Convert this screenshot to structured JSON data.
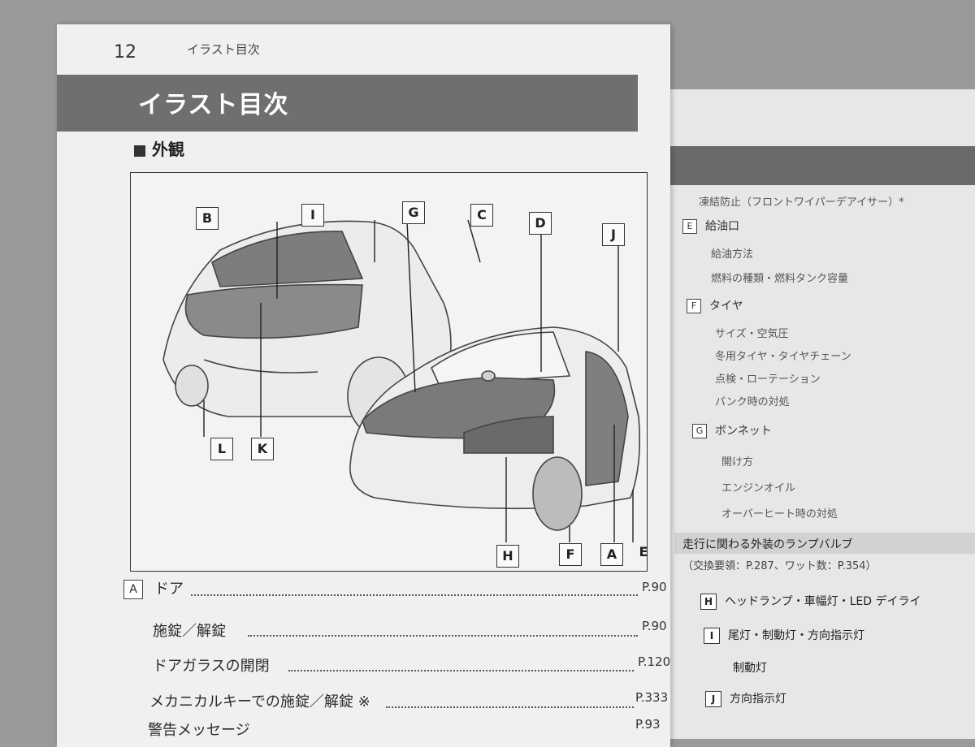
{
  "left_page": {
    "page_number": "12",
    "running_head": "イラスト目次",
    "banner_title": "イラスト目次",
    "section_title": "外観",
    "callouts": [
      "B",
      "I",
      "G",
      "C",
      "D",
      "J",
      "L",
      "K",
      "H",
      "F",
      "A",
      "E"
    ],
    "entries": [
      {
        "letter": "A",
        "label": "ドア",
        "ref": "P.90"
      },
      {
        "letter": "",
        "label": "施錠／解錠",
        "ref": "P.90"
      },
      {
        "letter": "",
        "label": "ドアガラスの開閉",
        "ref": "P.120"
      },
      {
        "letter": "",
        "label": "メカニカルキーでの施錠／解錠 ※",
        "ref": "P.333"
      },
      {
        "letter": "",
        "label": "警告メッセージ",
        "ref": "P.93"
      }
    ]
  },
  "right_page": {
    "top_line": "凍結防止（フロントワイパーデアイサー）*",
    "items": [
      {
        "letter": "E",
        "label": "給油口"
      },
      {
        "sub": "給油方法"
      },
      {
        "sub": "燃料の種類・燃料タンク容量"
      },
      {
        "letter": "F",
        "label": "タイヤ"
      },
      {
        "sub": "サイズ・空気圧"
      },
      {
        "sub": "冬用タイヤ・タイヤチェーン"
      },
      {
        "sub": "点検・ローテーション"
      },
      {
        "sub": "パンク時の対処"
      },
      {
        "letter": "G",
        "label": "ボンネット"
      },
      {
        "sub": "開け方"
      },
      {
        "sub": "エンジンオイル"
      },
      {
        "sub": "オーバーヒート時の対処"
      }
    ],
    "band_title": "走行に関わる外装のランプバルブ",
    "band_sub": "（交換要領：P.287、ワット数：P.354）",
    "lamps": [
      {
        "letter": "H",
        "label": "ヘッドランプ・車幅灯・LED デイライ"
      },
      {
        "letter": "I",
        "label": "尾灯・制動灯・方向指示灯"
      },
      {
        "letter": "",
        "label": "制動灯"
      },
      {
        "letter": "J",
        "label": "方向指示灯"
      }
    ]
  }
}
